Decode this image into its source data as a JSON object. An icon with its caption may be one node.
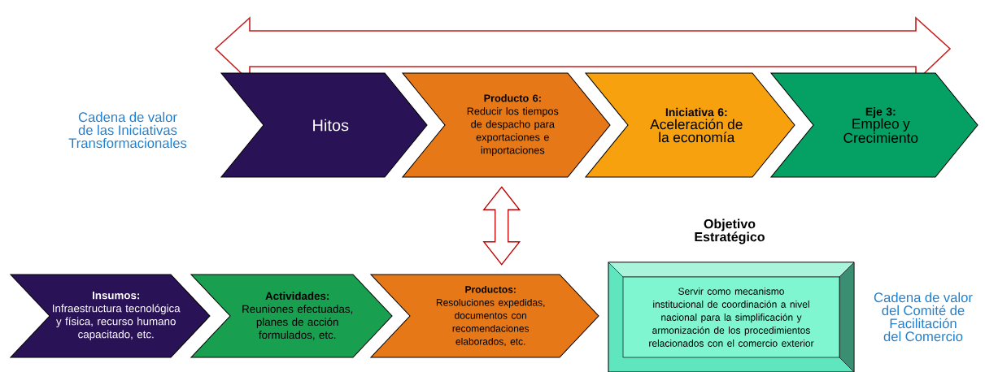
{
  "diagram": {
    "nodes": [
      {
        "text": [
          "Hitos"
        ]
      },
      {
        "text": [
          "Producto 6:",
          "Reducir los tiempos de despacho para exportaciones e importaciones"
        ]
      },
      {
        "text": [
          "Iniciativa 6:",
          "Aceleración de la economía"
        ]
      },
      {
        "text": [
          "Eje 3:",
          "Empleo y Crecimiento"
        ]
      },
      {
        "text": [
          "Insumos:",
          "Infraestructura tecnológica y física, recurso humano capacitado, etc."
        ]
      },
      {
        "text": [
          "Actividades:",
          "Reuniones efectuadas, planes de acción formulados, etc."
        ]
      },
      {
        "text": [
          "Productos:",
          "Resoluciones expedidas, documentos con recomendaciones elaborados, etc."
        ]
      },
      {
        "text": [
          "Objetivo Estratégico",
          "Servir como mecanismo institucional de coordinación a nivel nacional para la simplificación y armonización de los procedimientos relacionados con el comercio exterior"
        ]
      }
    ],
    "edges": [
      {
        "from": 1,
        "to": 6,
        "arrow": "both"
      }
    ],
    "labels": [
      "Cadena de valor de las Iniciativas Transformacionales",
      "Cadena de valor del Comité de Facilitación del Comercio"
    ]
  }
}
